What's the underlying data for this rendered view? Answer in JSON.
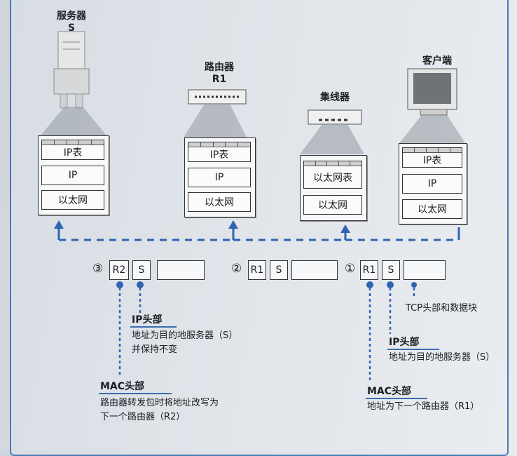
{
  "devices": {
    "server": {
      "name": "服务器",
      "id": "S"
    },
    "router": {
      "name": "路由器",
      "id": "R1"
    },
    "hub": {
      "name": "集线器"
    },
    "client": {
      "name": "客户端"
    }
  },
  "stacks": {
    "server": {
      "table": "IP表",
      "ip": "IP",
      "eth": "以太网"
    },
    "router": {
      "table": "IP表",
      "ip": "IP",
      "eth": "以太网"
    },
    "hub": {
      "table": "以太网表",
      "eth": "以太网"
    },
    "client": {
      "table": "IP表",
      "ip": "IP",
      "eth": "以太网"
    }
  },
  "packets": [
    {
      "step": "③",
      "mac": "R2",
      "ip": "S"
    },
    {
      "step": "②",
      "mac": "R1",
      "ip": "S"
    },
    {
      "step": "①",
      "mac": "R1",
      "ip": "S"
    }
  ],
  "annotations": {
    "ip_header_left": {
      "title": "IP头部",
      "line1": "地址为目的地服务器（S）",
      "line2": "并保持不变"
    },
    "mac_header_left": {
      "title": "MAC头部",
      "line1": "路由器转发包时将地址改写为",
      "line2": "下一个路由器（R2）"
    },
    "tcp_right": {
      "text": "TCP头部和数据块"
    },
    "ip_header_right": {
      "title": "IP头部",
      "line1": "地址为目的地服务器（S）"
    },
    "mac_header_right": {
      "title": "MAC头部",
      "line1": "地址为下一个路由器（R1）"
    }
  },
  "colors": {
    "accent_blue": "#2f63b3",
    "frame_blue": "#4a7bb6"
  }
}
